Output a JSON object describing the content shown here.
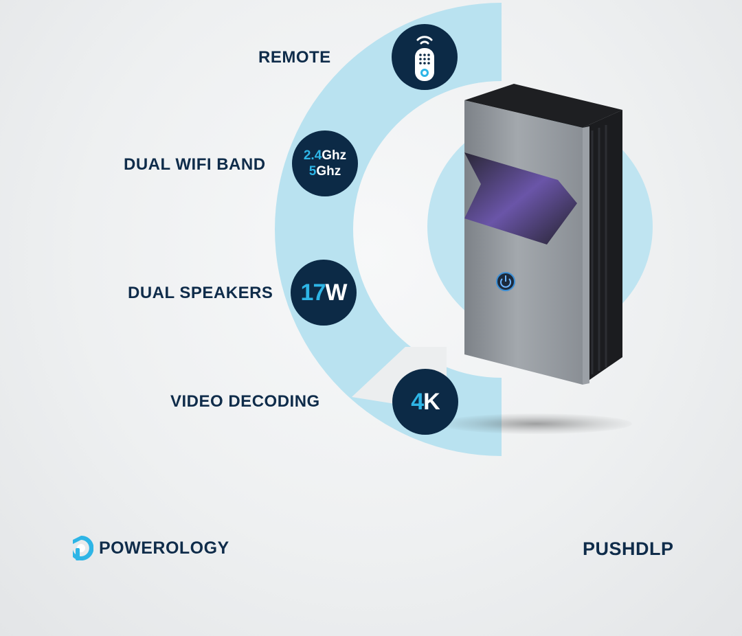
{
  "features": [
    {
      "label": "REMOTE",
      "icon": "remote-icon"
    },
    {
      "label": "DUAL WIFI BAND",
      "badge_line1_accent": "2.4",
      "badge_line1_rest": "Ghz",
      "badge_line2_accent": "5",
      "badge_line2_rest": "Ghz"
    },
    {
      "label": "DUAL SPEAKERS",
      "badge_accent": "17",
      "badge_rest": "W"
    },
    {
      "label": "VIDEO DECODING",
      "badge_accent": "4",
      "badge_rest": "K"
    }
  ],
  "brand": {
    "name": "POWEROLOGY",
    "logo_icon": "powerology-logo-icon"
  },
  "model": "PUSHDLP",
  "colors": {
    "navy": "#0c2a46",
    "accent": "#2eb5e6",
    "arc": "#b9e2f0",
    "text": "#0f2c4a"
  },
  "product_icon": "projector-image"
}
